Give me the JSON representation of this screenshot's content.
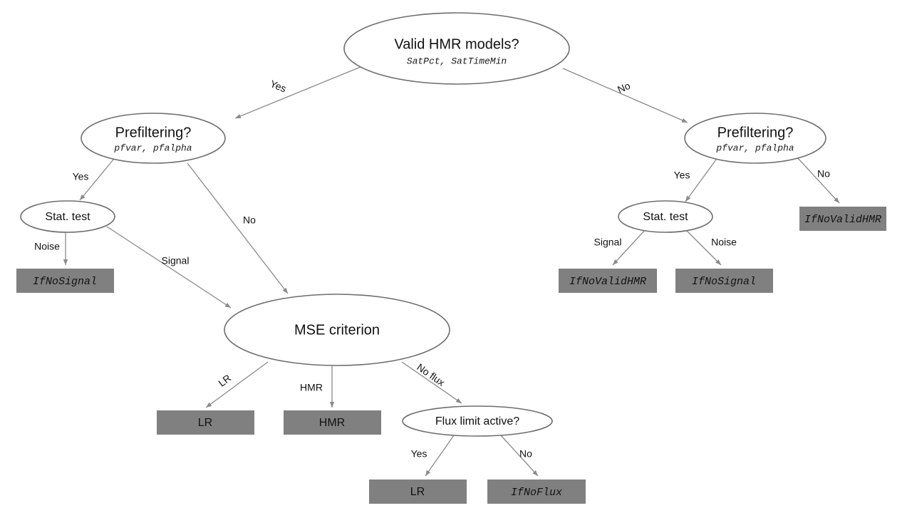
{
  "diagram": {
    "title": "HMR flux calculation decision tree",
    "background": "#ffffff",
    "colors": {
      "ellipse_stroke": "#6d6d6d",
      "box_fill": "#808080",
      "edge_stroke": "#8a8a8a",
      "text": "#111111"
    },
    "nodes": {
      "valid_hmr": {
        "label": "Valid HMR models?",
        "sub": "SatPct, SatTimeMin"
      },
      "prefilter_left": {
        "label": "Prefiltering?",
        "sub": "pfvar, pfalpha"
      },
      "prefilter_right": {
        "label": "Prefiltering?",
        "sub": "pfvar, pfalpha"
      },
      "stat_test_left": {
        "label": "Stat. test"
      },
      "stat_test_right": {
        "label": "Stat. test"
      },
      "mse": {
        "label": "MSE criterion"
      },
      "flux_limit": {
        "label": "Flux limit active?"
      },
      "ifnosignal_left": {
        "label": "IfNoSignal"
      },
      "ifnovalidhmr_right_top": {
        "label": "IfNoValidHMR"
      },
      "ifnovalidhmr_right_bottom": {
        "label": "IfNoValidHMR"
      },
      "ifnosignal_right": {
        "label": "IfNoSignal"
      },
      "lr_mse": {
        "label": "LR"
      },
      "hmr_mse": {
        "label": "HMR"
      },
      "lr_flux": {
        "label": "LR"
      },
      "ifnoflux": {
        "label": "IfNoFlux"
      }
    },
    "edges": {
      "root_yes": "Yes",
      "root_no": "No",
      "pf_left_yes": "Yes",
      "pf_left_no": "No",
      "pf_right_yes": "Yes",
      "pf_right_no": "No",
      "stat_left_noise": "Noise",
      "stat_left_signal": "Signal",
      "stat_right_signal": "Signal",
      "stat_right_noise": "Noise",
      "mse_lr": "LR",
      "mse_hmr": "HMR",
      "mse_noflux": "No flux",
      "flux_yes": "Yes",
      "flux_no": "No"
    }
  }
}
